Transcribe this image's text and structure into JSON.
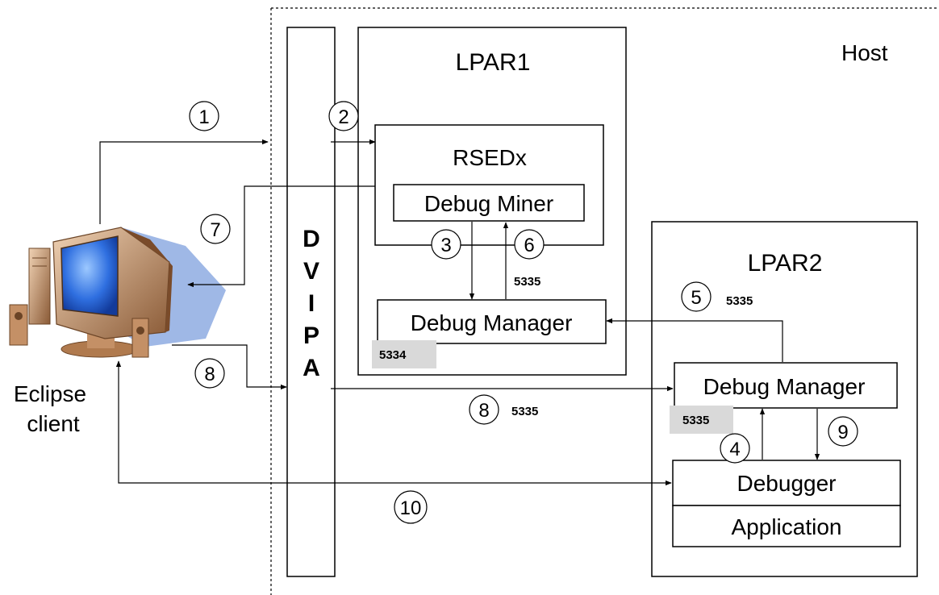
{
  "host": {
    "label": "Host"
  },
  "client": {
    "line1": "Eclipse",
    "line2": "client"
  },
  "dvipa": {
    "letters": [
      "D",
      "V",
      "I",
      "P",
      "A"
    ]
  },
  "lpar1": {
    "label": "LPAR1",
    "rsed": {
      "label": "RSEDx",
      "miner": "Debug Miner"
    },
    "manager": {
      "label": "Debug Manager",
      "port": "5334"
    }
  },
  "lpar2": {
    "label": "LPAR2",
    "manager": {
      "label": "Debug Manager",
      "port": "5335"
    },
    "debugger": "Debugger",
    "application": "Application"
  },
  "steps": {
    "s1": "1",
    "s2": "2",
    "s3": "3",
    "s4": "4",
    "s5": "5",
    "s6": "6",
    "s7": "7",
    "s8a": "8",
    "s8b": "8",
    "s9": "9",
    "s10": "10"
  },
  "port_labels": {
    "p6": "5335",
    "p5": "5335",
    "p8": "5335"
  }
}
